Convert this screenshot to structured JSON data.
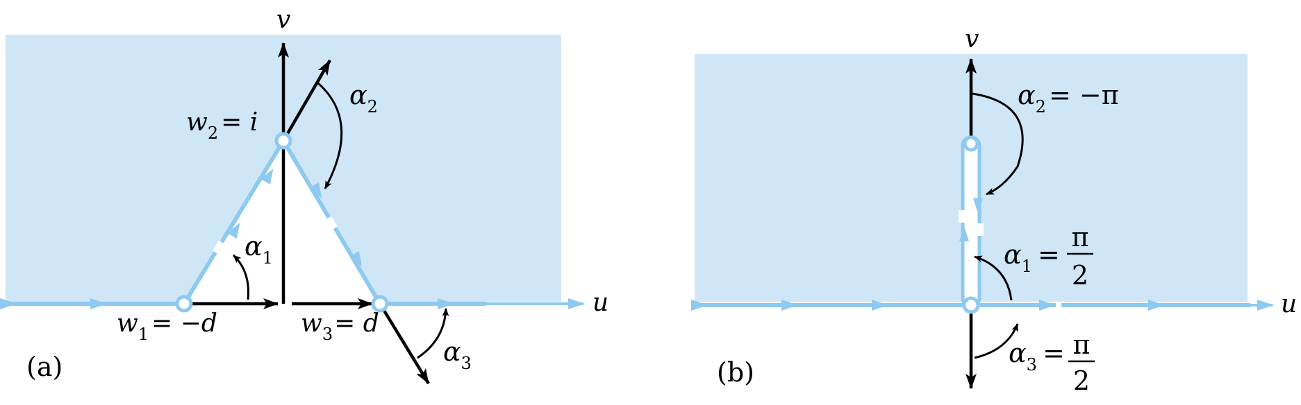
{
  "colors": {
    "region_fill": "#cfe6f7",
    "boundary": "#8ec9ef",
    "arrow": "#000000",
    "background": "#ffffff"
  },
  "panel_a": {
    "caption": "(a)",
    "axis_v": "v",
    "axis_u": "u",
    "w2": {
      "var": "w",
      "sub": "2",
      "rhs": "= i"
    },
    "w1": {
      "var": "w",
      "sub": "1",
      "rhs": "= −d"
    },
    "w3": {
      "var": "w",
      "sub": "3",
      "rhs": "= d"
    },
    "alpha1": {
      "var": "α",
      "sub": "1"
    },
    "alpha2": {
      "var": "α",
      "sub": "2"
    },
    "alpha3": {
      "var": "α",
      "sub": "3"
    }
  },
  "panel_b": {
    "caption": "(b)",
    "axis_v": "v",
    "axis_u": "u",
    "alpha2": {
      "var": "α",
      "sub": "2",
      "rhs": "= −π"
    },
    "alpha1": {
      "var": "α",
      "sub": "1",
      "eq": "=",
      "num": "π",
      "den": "2"
    },
    "alpha3": {
      "var": "α",
      "sub": "3",
      "eq": "=",
      "num": "π",
      "den": "2"
    }
  }
}
